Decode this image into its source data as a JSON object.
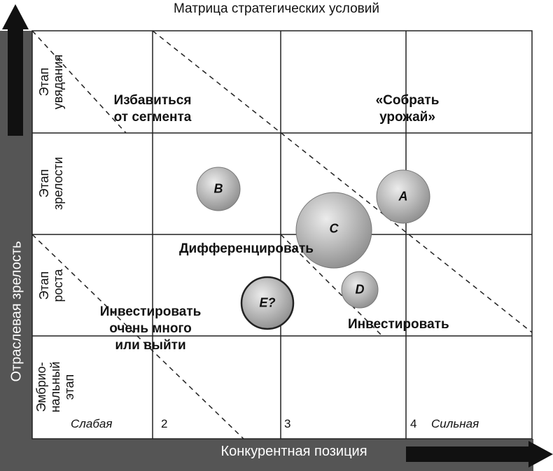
{
  "title": "Матрица стратегических условий",
  "x_axis_label": "Конкурентная позиция",
  "y_axis_label": "Отраслевая зрелость",
  "rows": [
    [
      "Этап",
      "увядания"
    ],
    [
      "Этап",
      "зрелости"
    ],
    [
      "Этап",
      "роста"
    ],
    [
      "Эмбрио-",
      "нальный",
      "этап"
    ]
  ],
  "columns": {
    "weak": "Слабая",
    "c2": "2",
    "c3": "3",
    "c4": "4",
    "strong": "Сильная"
  },
  "zones": {
    "divest": [
      "Избавиться",
      "от сегмента"
    ],
    "harvest": [
      "«Собрать",
      "урожай»"
    ],
    "differentiate": "Дифференцировать",
    "invest_heavily": [
      "Инвестировать",
      "очень много",
      "или выйти"
    ],
    "invest": "Инвестировать"
  },
  "bubbles": [
    {
      "label": "A"
    },
    {
      "label": "B"
    },
    {
      "label": "C"
    },
    {
      "label": "D"
    },
    {
      "label": "E?"
    }
  ],
  "colors": {
    "axis_bar": "#555555",
    "arrow": "#111111",
    "grid": "#222222",
    "bubble_light": "#e6e6e6",
    "bubble_dark": "#8a8a8a"
  }
}
